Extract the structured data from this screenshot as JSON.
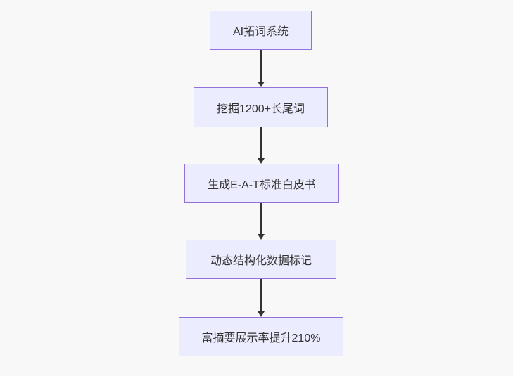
{
  "diagram": {
    "type": "flowchart",
    "direction": "top-down",
    "nodes": [
      {
        "id": "n1",
        "label": "AI拓词系统"
      },
      {
        "id": "n2",
        "label": "挖掘1200+长尾词"
      },
      {
        "id": "n3",
        "label": "生成E-A-T标准白皮书"
      },
      {
        "id": "n4",
        "label": "动态结构化数据标记"
      },
      {
        "id": "n5",
        "label": "富摘要展示率提升210%"
      }
    ],
    "edges": [
      {
        "from": "n1",
        "to": "n2"
      },
      {
        "from": "n2",
        "to": "n3"
      },
      {
        "from": "n3",
        "to": "n4"
      },
      {
        "from": "n4",
        "to": "n5"
      }
    ]
  },
  "theme": {
    "background": "#f8f8f8",
    "node_fill": "#ECECFF",
    "node_border": "#9370DB",
    "text": "#333333",
    "arrow": "#333333"
  }
}
